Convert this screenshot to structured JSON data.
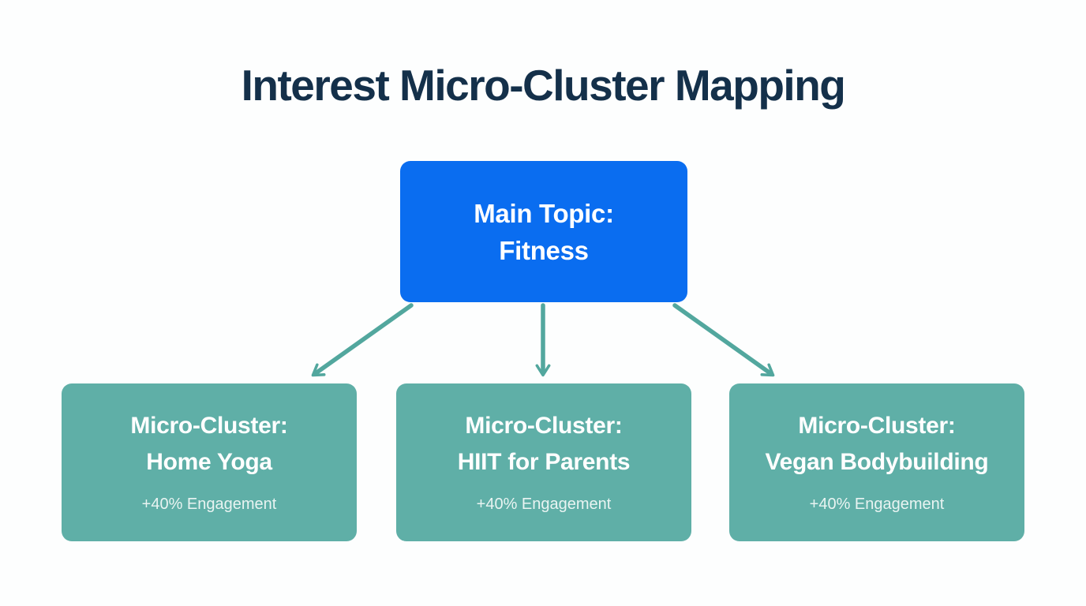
{
  "title": "Interest Micro-Cluster Mapping",
  "main_node": {
    "line1": "Main Topic:",
    "line2": "Fitness"
  },
  "clusters": [
    {
      "line1": "Micro-Cluster:",
      "line2": "Home Yoga",
      "metric": "+40% Engagement"
    },
    {
      "line1": "Micro-Cluster:",
      "line2": "HIIT for Parents",
      "metric": "+40% Engagement"
    },
    {
      "line1": "Micro-Cluster:",
      "line2": "Vegan Bodybuilding",
      "metric": "+40% Engagement"
    }
  ],
  "colors": {
    "page_bg": "#fdfefe",
    "title_text": "#14304a",
    "main_node_bg": "#0a6df0",
    "cluster_node_bg": "#5fafa7",
    "node_text": "#ffffff",
    "metric_text": "#e9f4f2",
    "arrow_color": "#52a79e"
  }
}
